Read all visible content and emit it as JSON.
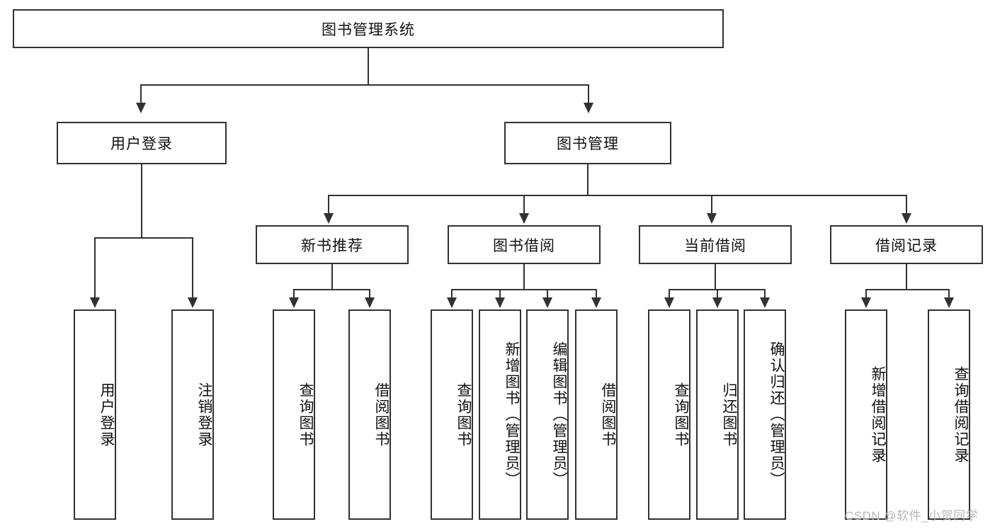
{
  "diagram": {
    "title": "图书管理系统",
    "type": "tree-hierarchy",
    "root": {
      "label": "图书管理系统"
    },
    "level1": [
      {
        "label": "用户登录"
      },
      {
        "label": "图书管理"
      }
    ],
    "level2": [
      {
        "label": "新书推荐"
      },
      {
        "label": "图书借阅"
      },
      {
        "label": "当前借阅"
      },
      {
        "label": "借阅记录"
      }
    ],
    "leaves": {
      "user_login": [
        {
          "label": "用户登录"
        },
        {
          "label": "注销登录"
        }
      ],
      "new_book_recommend": [
        {
          "label": "查询图书"
        },
        {
          "label": "借阅图书"
        }
      ],
      "book_borrow": [
        {
          "label": "查询图书"
        },
        {
          "label": "新增图书（管理员）"
        },
        {
          "label": "编辑图书（管理员）"
        },
        {
          "label": "借阅图书"
        }
      ],
      "current_borrow": [
        {
          "label": "查询图书"
        },
        {
          "label": "归还图书"
        },
        {
          "label": "确认归还（管理员）"
        }
      ],
      "borrow_record": [
        {
          "label": "新增借阅记录"
        },
        {
          "label": "查询借阅记录"
        }
      ]
    }
  },
  "watermark": {
    "text": "CSDN @软件_小贺同学"
  },
  "colors": {
    "stroke": "#33322f",
    "text": "#111111",
    "background": "#ffffff",
    "watermark": "#b9b9b9"
  }
}
